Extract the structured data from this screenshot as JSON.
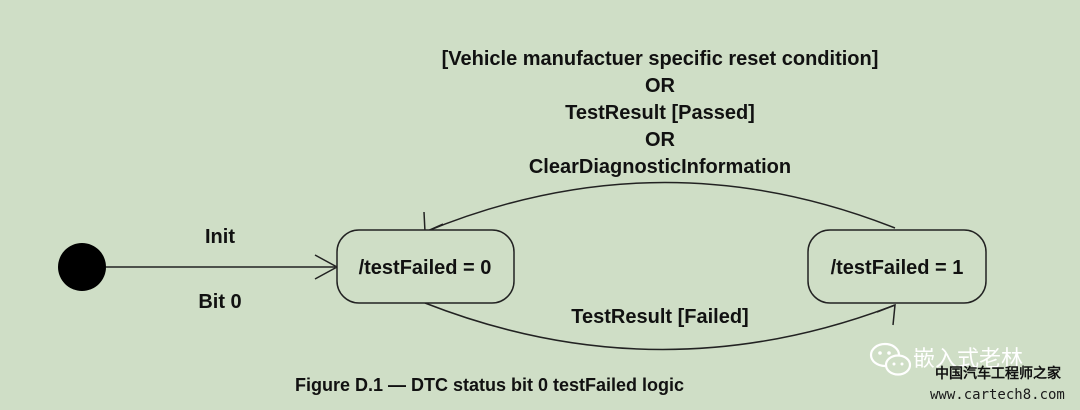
{
  "diagram": {
    "initial_label_top": "Init",
    "initial_label_bottom": "Bit 0",
    "state_0": "/testFailed = 0",
    "state_1": "/testFailed = 1",
    "forward_transition": "TestResult [Failed]",
    "reset_transition": [
      "[Vehicle manufactuer specific reset condition]",
      "OR",
      "TestResult [Passed]",
      "OR",
      "ClearDiagnosticInformation"
    ],
    "caption": "Figure D.1 — DTC status bit 0 testFailed logic"
  },
  "watermark": {
    "brand": "嵌入式老林",
    "subtitle": "中国汽车工程师之家",
    "url": "www.cartech8.com",
    "icon": "wechat-icon"
  },
  "colors": {
    "background": "#cfdec6",
    "line": "#222222",
    "state_fill": "#cfdec6"
  }
}
